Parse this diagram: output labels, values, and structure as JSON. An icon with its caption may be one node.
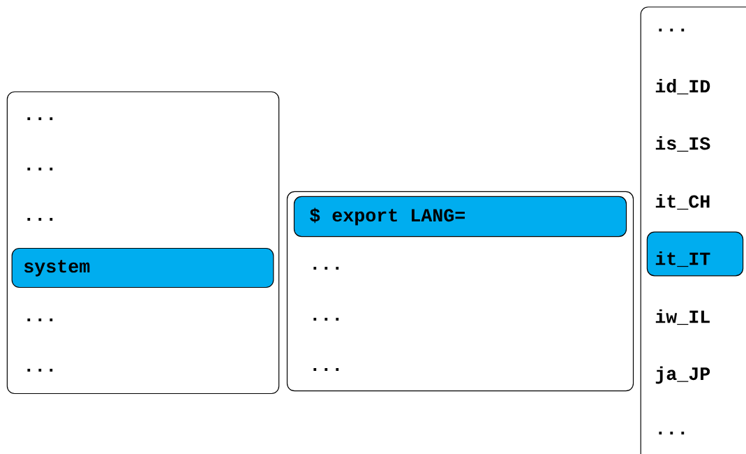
{
  "diagram": {
    "nodes": [
      {
        "text": [
          "...",
          "...",
          "...",
          "...",
          "..."
        ]
      },
      {
        "text": [
          "system"
        ],
        "in": 0
      },
      {
        "text": [
          "...",
          "...",
          "..."
        ]
      },
      {
        "text": [
          "$ export LANG="
        ],
        "in": 2
      },
      {
        "text": [
          "...",
          "id_ID",
          "is_IS",
          "it_CH",
          "iw_IL",
          "ja_JP",
          "..."
        ]
      },
      {
        "text": [
          "it_IT"
        ],
        "in": 4
      }
    ]
  }
}
